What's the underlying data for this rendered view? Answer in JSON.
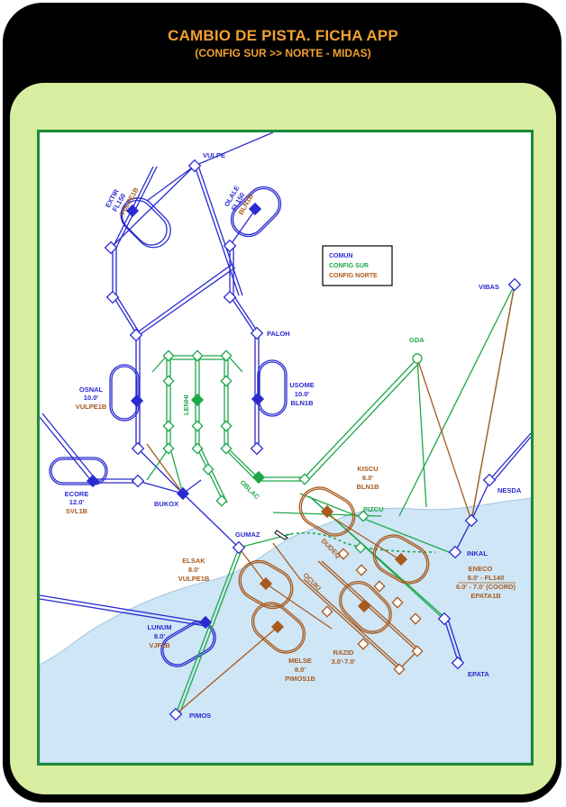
{
  "header": {
    "title": "CAMBIO DE PISTA. FICHA APP",
    "subtitle": "(CONFIG SUR >> NORTE - MIDAS)"
  },
  "legend": {
    "comun": "COMUN",
    "config_sur": "CONFIG SUR",
    "config_norte": "CONFIG NORTE"
  },
  "colors": {
    "comun": "#2a2ad0",
    "config_sur": "#1ea84a",
    "config_norte": "#a85a1e",
    "sea": "#cfe6f6",
    "panel": "#d8eda0",
    "frame": "#000000",
    "title": "#f0a030"
  },
  "points": {
    "vulpe": "VULPE",
    "paloh": "PALOH",
    "vibas": "VIBAS",
    "gda": "GDA",
    "nesda": "NESDA",
    "inkal": "INKAL",
    "epata": "EPATA",
    "pimos": "PIMOS",
    "bukox": "BUKOX",
    "gumaz": "GUMAZ",
    "pizcu": "PIZCU"
  },
  "labels": {
    "lenhi": "LENHI",
    "oblac": "OBLAC",
    "dudeq": "DUDEQ",
    "ocuki": "OCUKI"
  },
  "holds": {
    "extir": {
      "name": "EXTIR",
      "level": "FL150",
      "proc": "VULPE1B"
    },
    "olale": {
      "name": "OLALE",
      "level": "FL150",
      "proc": "BLN1B"
    },
    "osnal": {
      "name": "OSNAL",
      "level": "10.0'",
      "proc": "VULPE1B"
    },
    "usome": {
      "name": "USOME",
      "level": "10.0'",
      "proc": "BLN1B"
    },
    "ecore": {
      "name": "ECORE",
      "level": "12.0'",
      "proc": "SVL1B"
    },
    "kiscu": {
      "name": "KISCU",
      "level": "8.0'",
      "proc": "BLN1B"
    },
    "elsak": {
      "name": "ELSAK",
      "level": "8.0'",
      "proc": "VULPE1B"
    },
    "eneco": {
      "name": "ENECO",
      "level": "8.0' - FL140",
      "level2": "6.0' - 7.0' (COORD)",
      "proc": "EPATA1B"
    },
    "lunum": {
      "name": "LUNUM",
      "level": "8.0'",
      "proc": "VJF1B"
    },
    "melse": {
      "name": "MELSE",
      "level": "8.0'",
      "proc": "PIMOS1B"
    },
    "razid": {
      "name": "RAZID",
      "level": "3.0'-7.0'"
    }
  }
}
